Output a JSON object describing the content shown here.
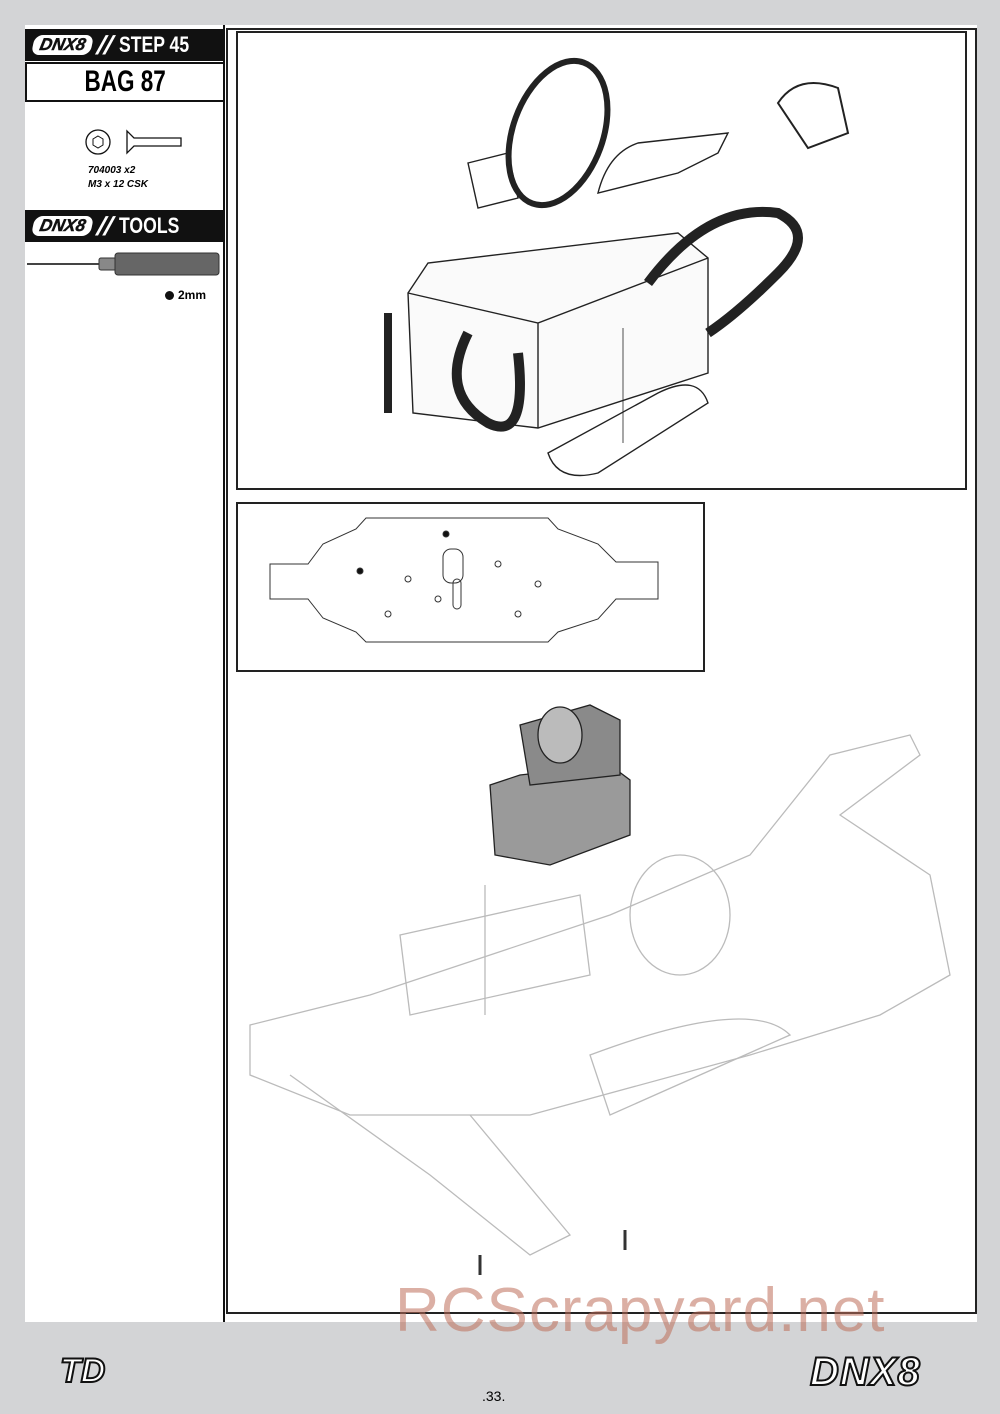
{
  "header": {
    "logo": "DNX8",
    "step": "STEP 45",
    "bag": "BAG 87"
  },
  "parts": [
    {
      "code": "704003 x2",
      "desc": "M3 x 12 CSK"
    }
  ],
  "tools": {
    "logo": "DNX8",
    "title": "TOOLS",
    "items": [
      {
        "label": "2mm"
      }
    ]
  },
  "footer": {
    "page": ".33.",
    "left_logo": "TD",
    "right_logo": "DNX8"
  },
  "watermark": "RCScrapyard.net"
}
